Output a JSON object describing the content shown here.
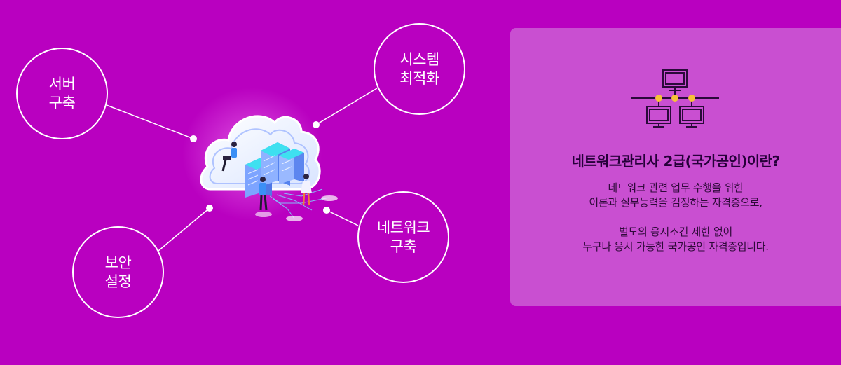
{
  "bubbles": {
    "server": "서버\n구축",
    "system": "시스템\n최적화",
    "security": "보안\n설정",
    "network": "네트워크\n구축"
  },
  "info": {
    "icon": "network-computers-icon",
    "title": "네트워크관리사 2급(국가공인)이란?",
    "lines": [
      "네트워크 관련 업무 수행을 위한",
      "이론과 실무능력을 검정하는 자격증으로,",
      "별도의 응시조건 제한 없이",
      "누구나 응시 가능한 국가공인 자격증입니다."
    ]
  },
  "colors": {
    "background": "#b900c0",
    "card": "#c94fd1",
    "node": "#f7c238"
  }
}
